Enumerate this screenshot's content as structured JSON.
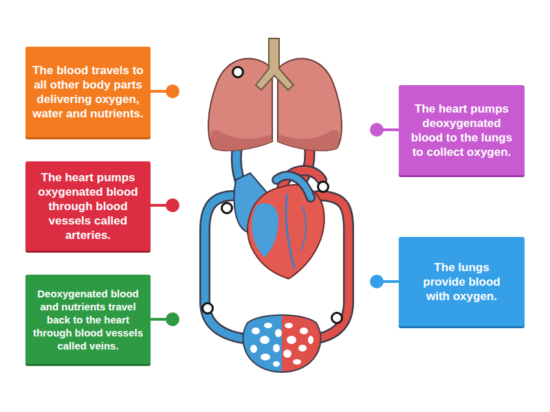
{
  "diagram": {
    "nodes": [
      {
        "text": [
          "The blood travels to all other body parts delivering oxygen, water and nutrients."
        ]
      },
      {
        "text": [
          "The heart pumps deoxygenated blood to the lungs to collect oxygen."
        ]
      },
      {
        "text": [
          "The heart pumps oxygenated blood through blood vessels called arteries."
        ]
      },
      {
        "text": [
          "The lungs provide blood with oxygen."
        ]
      },
      {
        "text": [
          "Deoxygenated blood and nutrients travel back to the heart through blood vessels called veins."
        ]
      }
    ]
  }
}
